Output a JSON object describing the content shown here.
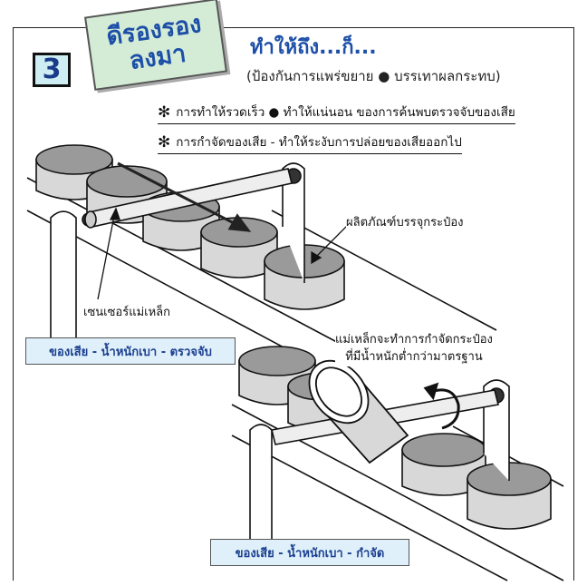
{
  "step_number": "3",
  "tag": {
    "line1": "ดีรองรอง",
    "line2": "ลงมา"
  },
  "title": "ทำให้ถึง...ก็...",
  "subtitle": "(ป้องกันการแพร่ขยาย ● บรรเทาผลกระทบ)",
  "bullets": [
    {
      "symbol": "✻",
      "text": "การทำให้รวดเร็ว ● ทำให้แน่นอน ของการค้นพบตรวจจับของเสีย"
    },
    {
      "symbol": "✻",
      "text": "การกำจัดของเสีย - ทำให้ระงับการปล่อยของเสียออกไป"
    }
  ],
  "captions": {
    "product": "ผลิตภัณฑ์บรรจุกระป๋อง",
    "sensor": "เซนเซอร์แม่เหล็ก",
    "magnet_line1": "แม่เหล็กจะทำการกำจัดกระป๋อง",
    "magnet_line2": "ที่มีน้ำหนักต่ำกว่ามาตรฐาน"
  },
  "results": {
    "detect": "ของเสีย - น้ำหนักเบา - ตรวจจับ",
    "remove": "ของเสีย - น้ำหนักเบา - กำจัด"
  },
  "colors": {
    "title": "#1d4fa8",
    "result_bg": "#dff0fa",
    "tag_bg": "#d4ecd6",
    "step_bg": "#cfeef4",
    "can_top": "#9a9a9a",
    "can_side": "#d8d8d8"
  }
}
